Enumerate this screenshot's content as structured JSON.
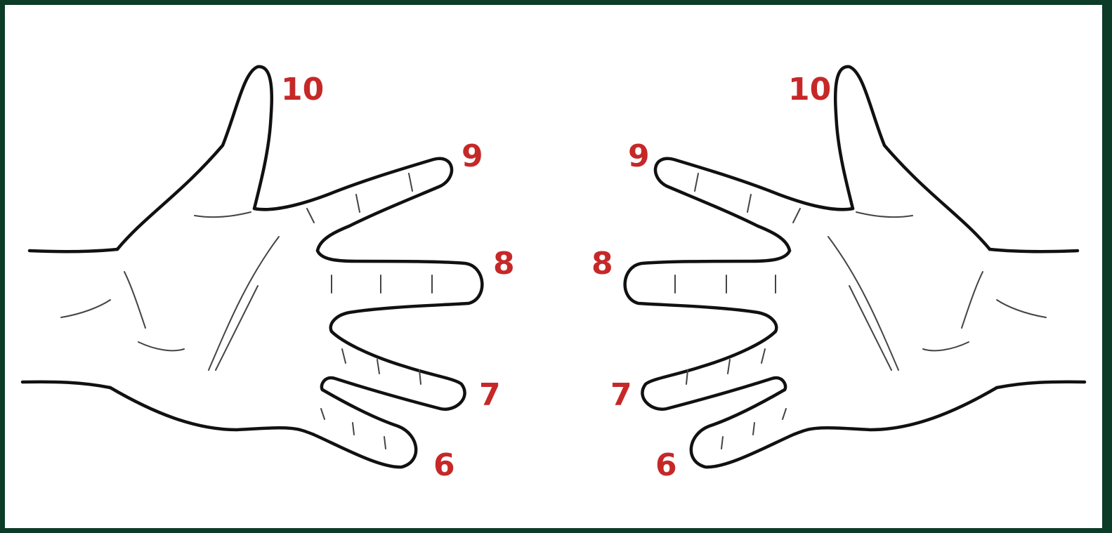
{
  "colors": {
    "background": "#0c3b28",
    "paper": "#ffffff",
    "label": "#c62828",
    "ink": "#111111"
  },
  "left_hand": {
    "labels": [
      "10",
      "9",
      "8",
      "7",
      "6"
    ]
  },
  "right_hand": {
    "labels": [
      "10",
      "9",
      "8",
      "7",
      "6"
    ]
  }
}
